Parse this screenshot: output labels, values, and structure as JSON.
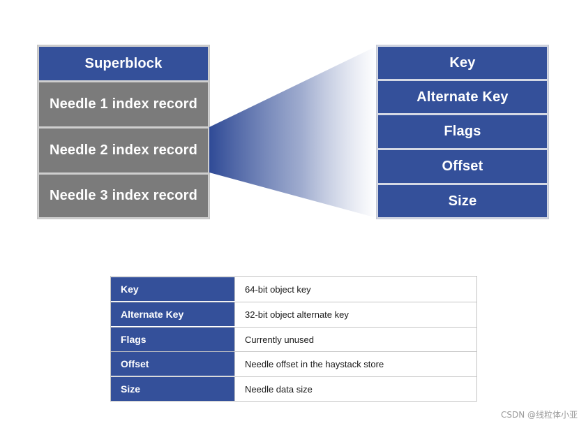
{
  "left_stack": {
    "items": [
      {
        "label": "Superblock",
        "style": "blue"
      },
      {
        "label": "Needle 1 index record",
        "style": "gray"
      },
      {
        "label": "Needle 2 index record",
        "style": "gray"
      },
      {
        "label": "Needle 3 index record",
        "style": "gray"
      }
    ]
  },
  "right_stack": {
    "items": [
      {
        "label": "Key"
      },
      {
        "label": "Alternate Key"
      },
      {
        "label": "Flags"
      },
      {
        "label": "Offset"
      },
      {
        "label": "Size"
      }
    ]
  },
  "table": {
    "rows": [
      {
        "field": "Key",
        "description": "64-bit object key"
      },
      {
        "field": "Alternate Key",
        "description": "32-bit object alternate key"
      },
      {
        "field": "Flags",
        "description": "Currently unused"
      },
      {
        "field": "Offset",
        "description": "Needle offset in the haystack store"
      },
      {
        "field": "Size",
        "description": "Needle data size"
      }
    ]
  },
  "watermark": "CSDN @线粒体小亚",
  "colors": {
    "blue": "#34509a",
    "gray": "#7b7b7b",
    "funnel_start": "#2f4a96",
    "funnel_end": "#ffffff"
  }
}
